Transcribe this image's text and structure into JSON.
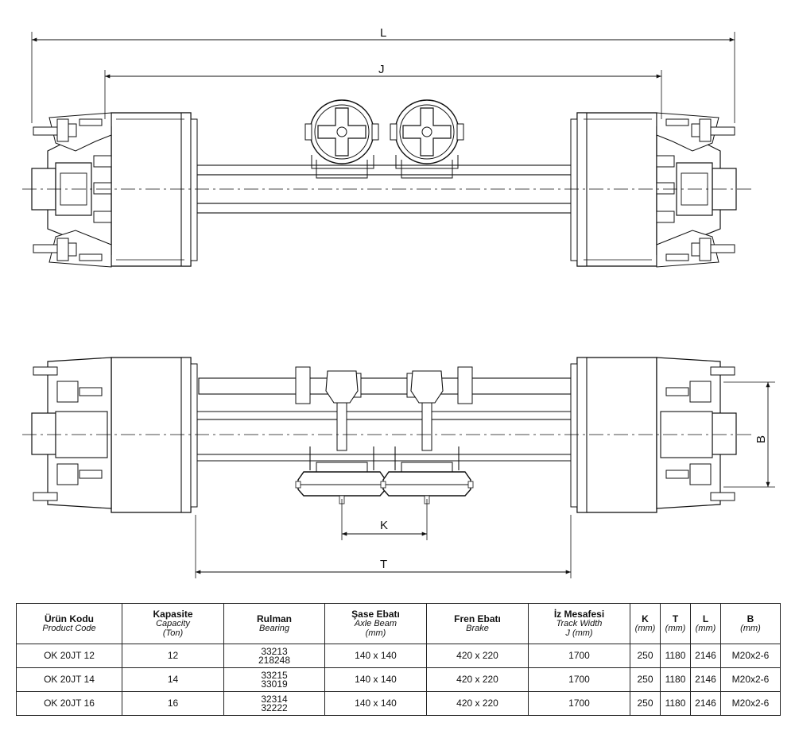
{
  "dimensions": {
    "L": "L",
    "J": "J",
    "K": "K",
    "T": "T",
    "B": "B"
  },
  "table": {
    "headers": [
      {
        "tr": "Ürün Kodu",
        "en": "Product Code",
        "unit": ""
      },
      {
        "tr": "Kapasite",
        "en": "Capacity",
        "unit": "(Ton)"
      },
      {
        "tr": "Rulman",
        "en": "Bearing",
        "unit": ""
      },
      {
        "tr": "Şase Ebatı",
        "en": "Axle Beam",
        "unit": "(mm)"
      },
      {
        "tr": "Fren Ebatı",
        "en": "Brake",
        "unit": ""
      },
      {
        "tr": "İz Mesafesi",
        "en": "Track Width",
        "unit": "J (mm)"
      },
      {
        "tr": "K",
        "en": "",
        "unit": "(mm)"
      },
      {
        "tr": "T",
        "en": "",
        "unit": "(mm)"
      },
      {
        "tr": "L",
        "en": "",
        "unit": "(mm)"
      },
      {
        "tr": "B",
        "en": "",
        "unit": "(mm)"
      }
    ],
    "rows": [
      {
        "code": "OK 20JT 12",
        "capacity": "12",
        "bearing1": "33213",
        "bearing2": "218248",
        "beam": "140 x 140",
        "brake": "420 x 220",
        "track": "1700",
        "k": "250",
        "t": "1180",
        "l": "2146",
        "b": "M20x2-6"
      },
      {
        "code": "OK 20JT 14",
        "capacity": "14",
        "bearing1": "33215",
        "bearing2": "33019",
        "beam": "140 x 140",
        "brake": "420 x 220",
        "track": "1700",
        "k": "250",
        "t": "1180",
        "l": "2146",
        "b": "M20x2-6"
      },
      {
        "code": "OK 20JT 16",
        "capacity": "16",
        "bearing1": "32314",
        "bearing2": "32222",
        "beam": "140 x 140",
        "brake": "420 x 220",
        "track": "1700",
        "k": "250",
        "t": "1180",
        "l": "2146",
        "b": "M20x2-6"
      }
    ]
  }
}
